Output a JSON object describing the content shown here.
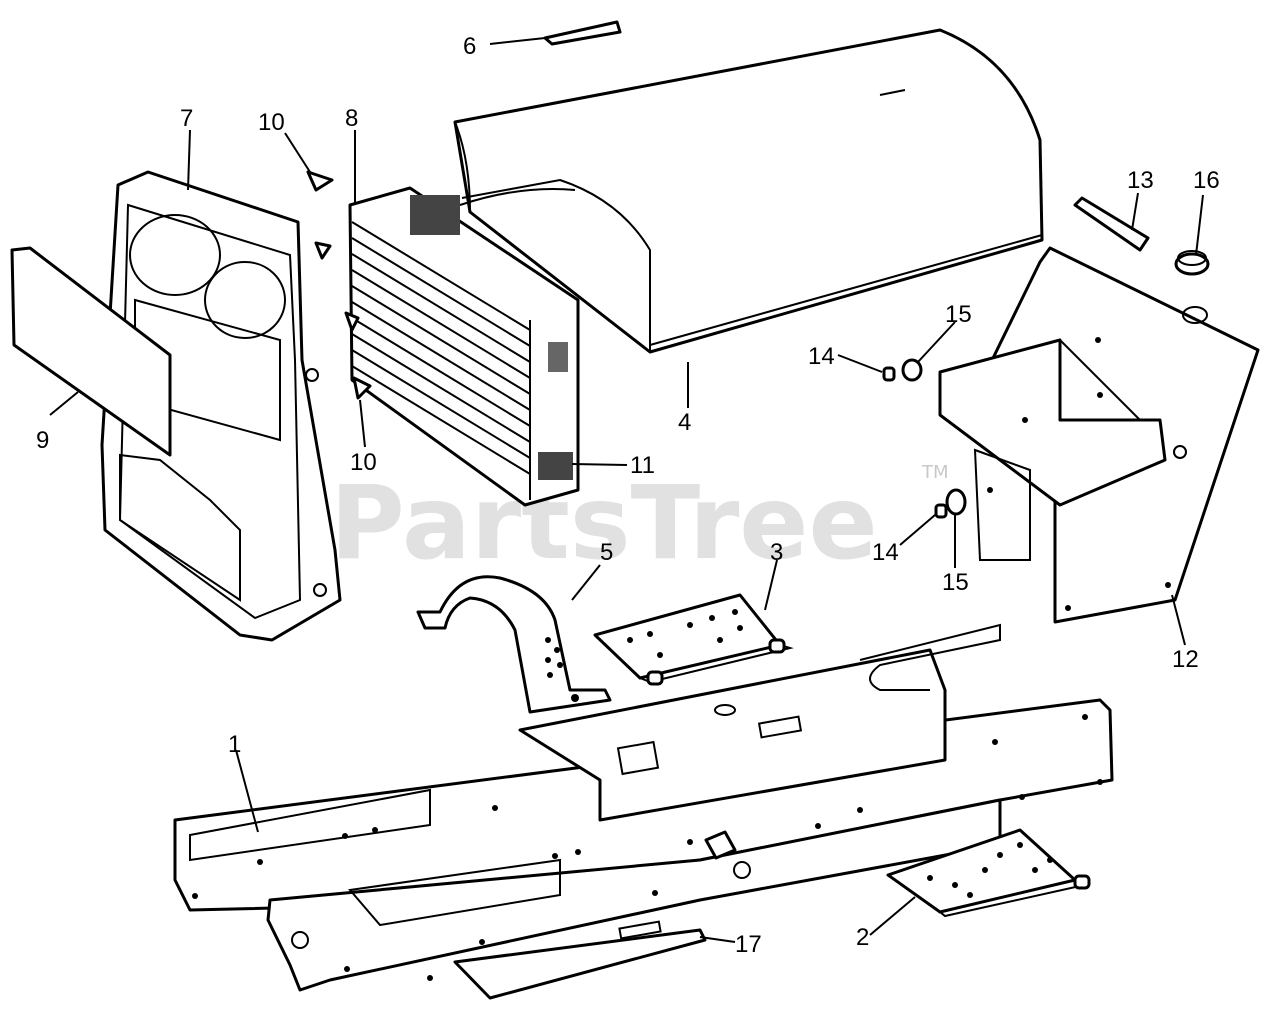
{
  "watermark": {
    "text": "PartsTree",
    "trademark": "TM"
  },
  "callouts": {
    "c1": "1",
    "c2": "2",
    "c3": "3",
    "c4": "4",
    "c5": "5",
    "c6": "6",
    "c7": "7",
    "c8": "8",
    "c9": "9",
    "c10a": "10",
    "c10b": "10",
    "c11": "11",
    "c12": "12",
    "c13": "13",
    "c14a": "14",
    "c14b": "14",
    "c15a": "15",
    "c15b": "15",
    "c16": "16",
    "c17": "17"
  }
}
